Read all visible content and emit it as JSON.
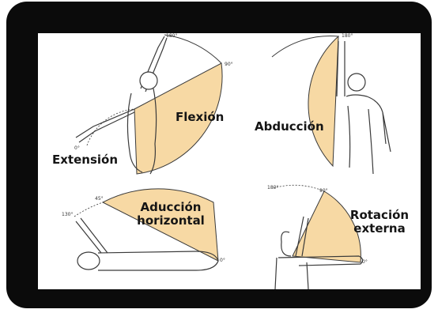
{
  "colors": {
    "frame": "#0b0b0b",
    "panel": "#ffffff",
    "sector_fill": "#f7d9a4",
    "sector_stroke": "#3a3a3a",
    "figure_stroke": "#3a3a3a"
  },
  "labels": {
    "flexion": "Flexión",
    "extension": "Extensión",
    "abduccion": "Abducción",
    "aduccion_horizontal_line1": "Aducción",
    "aduccion_horizontal_line2": "horizontal",
    "rotacion_externa_line1": "Rotación",
    "rotacion_externa_line2": "externa"
  },
  "degree_marks": {
    "flex_top": "180°",
    "flex_right": "90°",
    "ext_left": "0°",
    "abd_top": "180°",
    "add_horiz_left": "130°",
    "add_horiz_mid": "45°",
    "add_horiz_right": "0°",
    "rot_left": "180°",
    "rot_top": "90°",
    "rot_right": "0°"
  }
}
